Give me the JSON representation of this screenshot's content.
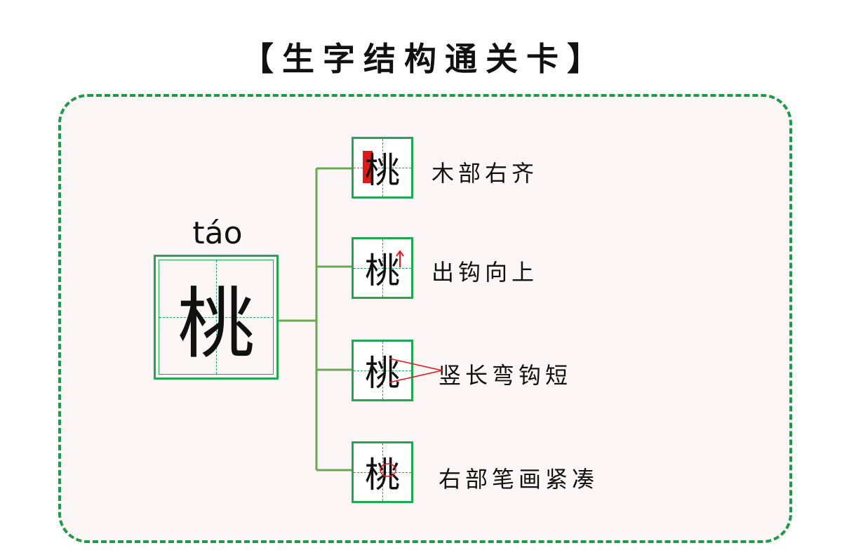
{
  "title": "【生字结构通关卡】",
  "character": {
    "pinyin": "táo",
    "glyph": "桃"
  },
  "tips": [
    {
      "glyph": "桃",
      "label": "木部右齐",
      "mark": "red-bar"
    },
    {
      "glyph": "桃",
      "label": "出钩向上",
      "mark": "red-arrow-up-icon"
    },
    {
      "glyph": "桃",
      "label": "竖长弯钩短",
      "mark": "red-wedge-lines"
    },
    {
      "glyph": "桃",
      "label": "右部笔画紧凑",
      "mark": "red-circle"
    }
  ],
  "colors": {
    "border": "#1f9a4a",
    "grid": "#22a652",
    "card_bg": "#fdf6f6",
    "highlight": "#e0191b",
    "connector": "#6aa84f"
  }
}
